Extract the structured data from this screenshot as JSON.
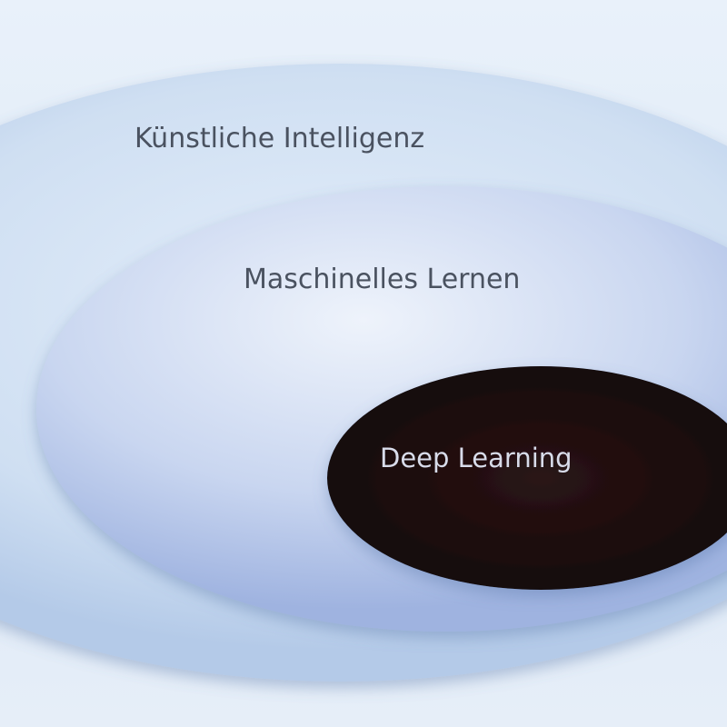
{
  "diagram": {
    "levels": [
      {
        "label": "Künstliche Intelligenz"
      },
      {
        "label": "Maschinelles Lernen"
      },
      {
        "label": "Deep Learning"
      }
    ]
  },
  "colors": {
    "outer": "#cfdff2",
    "middle": "#c9d6f0",
    "inner": "#1a0b0d"
  }
}
